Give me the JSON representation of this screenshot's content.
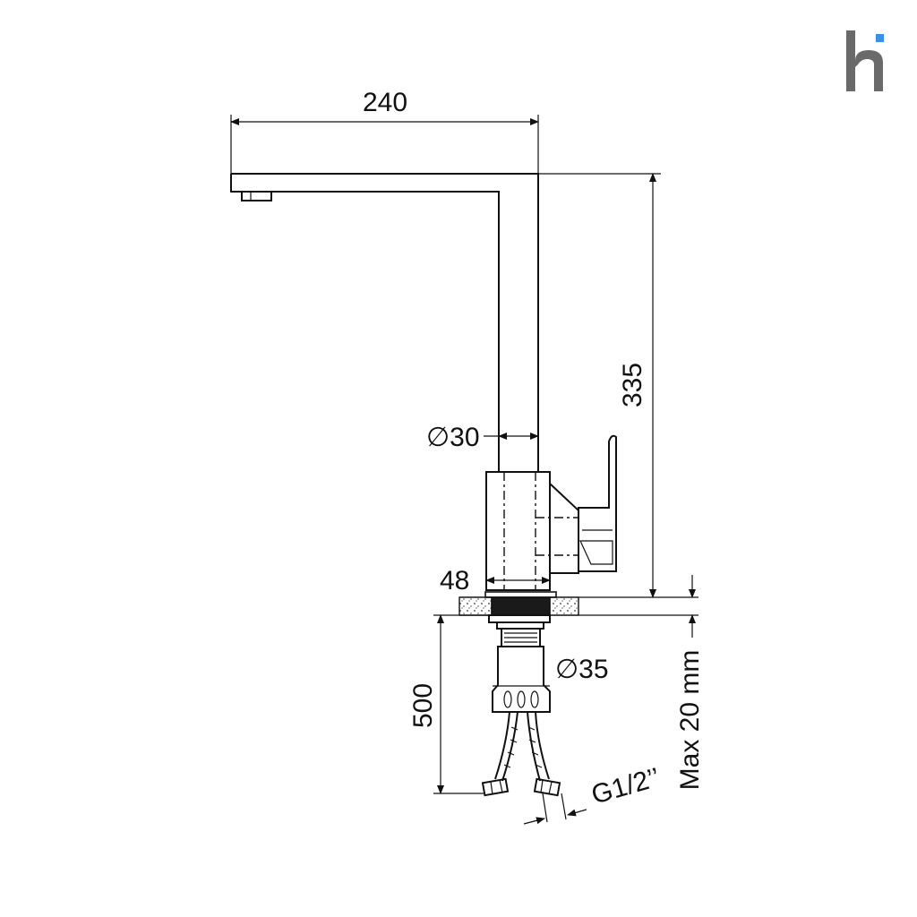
{
  "logo": {
    "letter": "h",
    "accent_color": "#3a8fe8",
    "body_color": "#6a6a6a"
  },
  "dimensions": {
    "spout_reach": "240",
    "height": "335",
    "spout_diameter": "∅30",
    "body_width": "48",
    "shank_diameter": "∅35",
    "hose_length": "500",
    "max_thickness": "Max 20 mm",
    "connection": "G1/2’’"
  }
}
